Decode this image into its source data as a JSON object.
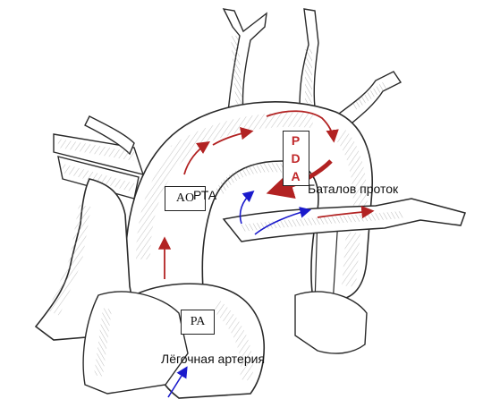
{
  "labels": {
    "ao": "AO",
    "aorta": "РТА",
    "pda_letters": [
      "P",
      "D",
      "A"
    ],
    "batalov_duct": "Баталов проток",
    "pa": "PA",
    "pulmonary_artery": "Лёгочная артерия"
  },
  "colors": {
    "systemic_arrow": "#b22222",
    "pulmonary_arrow": "#1a1acc",
    "pda_text": "#c0282a",
    "sketch_line": "#2a2a2a",
    "shading": "#9a9a9a"
  }
}
